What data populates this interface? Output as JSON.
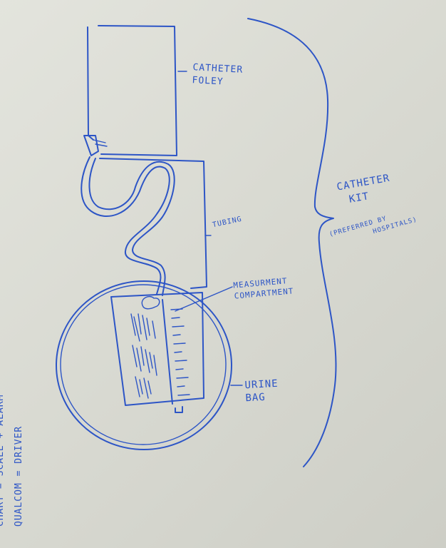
{
  "labels": {
    "catheter_foley": [
      "CATHETER",
      "FOLEY"
    ],
    "tubing": "TUBING",
    "measurement": [
      "MEASURMENT",
      "COMPARTMENT"
    ],
    "urine_bag": [
      "URINE",
      "BAG"
    ],
    "kit_title": [
      "CATHETER",
      "KIT"
    ],
    "kit_note": [
      "(PREFERRED BY",
      "HOSPITALS)"
    ],
    "margin_note": [
      "CHART = SCALE + ALARM",
      "QUALCOM = DRIVER"
    ]
  },
  "colors": {
    "ink": "#2d55c6",
    "paper": "#e0e1da"
  }
}
